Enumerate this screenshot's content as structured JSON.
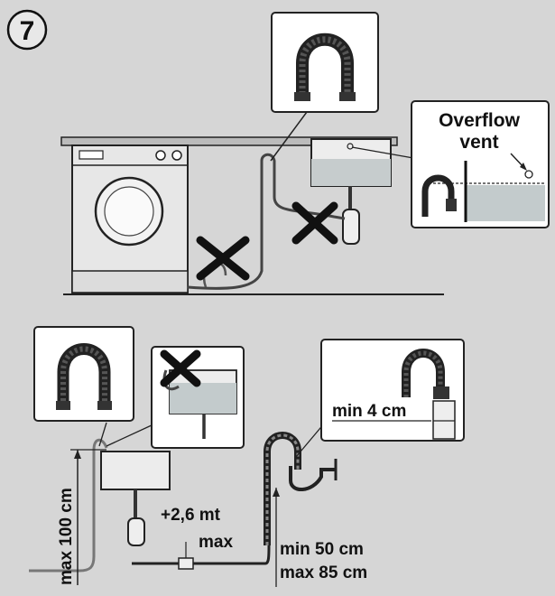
{
  "step_number": "7",
  "labels": {
    "overflow_line1": "Overflow",
    "overflow_line2": "vent",
    "max_height": "max 100 cm",
    "extension_line1": "+2,6 mt",
    "extension_line2": "max",
    "min_gap": "min 4 cm",
    "hose_height_line1": "min 50 cm",
    "hose_height_line2": "max 85 cm"
  },
  "colors": {
    "background": "#d6d6d6",
    "ink": "#111111",
    "panel": "#ffffff",
    "water": "#bfc7c9"
  }
}
